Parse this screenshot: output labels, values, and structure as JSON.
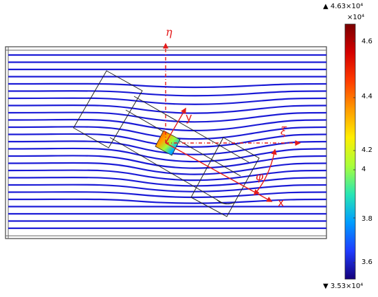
{
  "colorbar": {
    "max_label": "▲ 4.63×10⁴",
    "multiplier": "×10⁴",
    "min_label": "▼ 3.53×10⁴",
    "ticks": [
      "4.6",
      "4.4",
      "4.2",
      "4",
      "3.8",
      "3.6"
    ],
    "gradient": [
      "#7a0000",
      "#d40000",
      "#ff3b00",
      "#ff9a00",
      "#ffee00",
      "#a8ff3a",
      "#28e6b4",
      "#009cff",
      "#1f3cff",
      "#15007a"
    ]
  },
  "labels": {
    "eta": "η",
    "xi": "ξ",
    "y_axis": "y",
    "x_axis": "x",
    "phi": "φ"
  },
  "colors": {
    "streamline": "#1a1ad6",
    "axis": "#e41b1b",
    "frame": "#000000"
  }
}
